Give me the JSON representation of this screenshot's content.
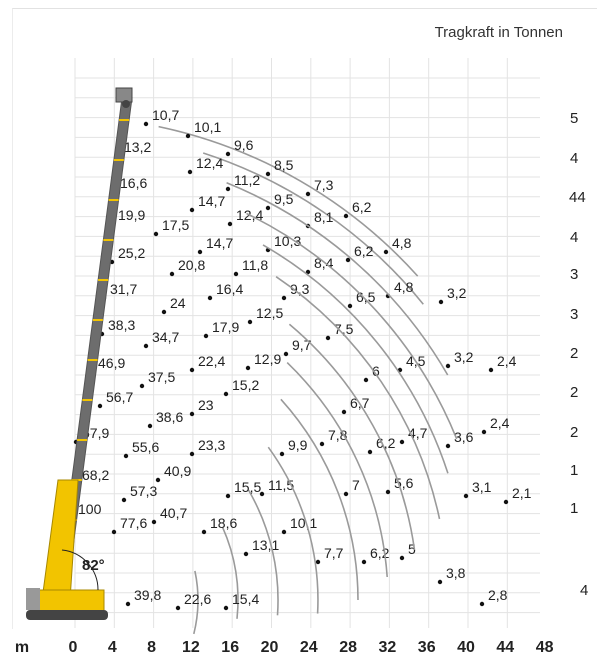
{
  "header": {
    "title": "Tragkraft in Tonnen"
  },
  "right_edge_values": [
    "5",
    "4",
    "44",
    "4",
    "3",
    "3",
    "2",
    "2",
    "2",
    "1",
    "1",
    "4"
  ],
  "axis": {
    "unit": "m",
    "ticks": [
      "0",
      "4",
      "8",
      "12",
      "16",
      "20",
      "24",
      "28",
      "32",
      "36",
      "40",
      "44",
      "48"
    ]
  },
  "boom_angle": "82°",
  "arc_labels": [
    [
      "10,7",
      "10,1",
      "9,6",
      "8,5",
      "7,3",
      "6,2",
      "4,8",
      "3,2",
      "2,4"
    ],
    [
      "13,2",
      "12,4",
      "11,2",
      "9,5",
      "8,1",
      "6,2",
      "4,8",
      "3,2",
      "2,4"
    ],
    [
      "16,6",
      "14,7",
      "12,4",
      "10,3",
      "8,4",
      "6,5",
      "4,5",
      "3,6",
      "2,1"
    ],
    [
      "19,9",
      "17,5",
      "14,7",
      "11,8",
      "9,3",
      "7,5",
      "6",
      "4,7",
      "3,1"
    ],
    [
      "25,2",
      "20,8",
      "16,4",
      "12,5",
      "9,7",
      "6,7",
      "6,2",
      "5,6",
      "3,8"
    ],
    [
      "31,7",
      "24",
      "17,9",
      "12,9",
      "7,8",
      "7",
      "5",
      "2,8"
    ],
    [
      "38,3",
      "34,7",
      "22,4",
      "15,2",
      "9,9",
      "6,2"
    ],
    [
      "46,9",
      "37,5",
      "23",
      "11,5",
      "7,7"
    ],
    [
      "56,7",
      "38,6",
      "23,3",
      "10,1"
    ],
    [
      "57,9",
      "55,6",
      "40,9",
      "13,1"
    ],
    [
      "68,2",
      "57,3",
      "15,5"
    ],
    [
      "100",
      "77,6",
      "40,7",
      "18,6"
    ],
    [
      "39,8",
      "22,6",
      "15,4"
    ]
  ],
  "colors": {
    "grid": "#e3e3e3",
    "arc": "#9a9a9a",
    "boom_gray": "#6d6d6d",
    "boom_yellow": "#f2c400",
    "dot": "#111111"
  }
}
